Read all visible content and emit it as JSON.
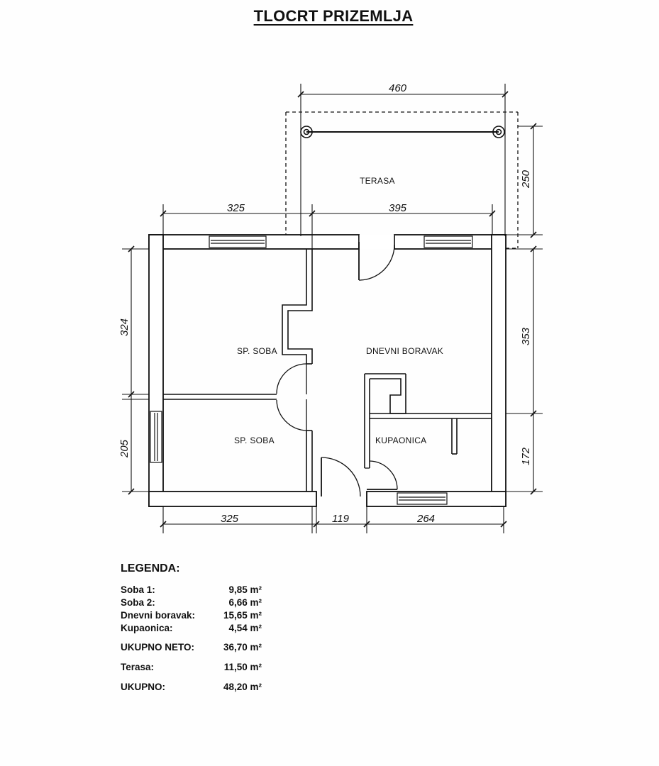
{
  "title": "TLOCRT PRIZEMLJA",
  "rooms": {
    "terasa": "TERASA",
    "spavaca_1": "SP. SOBA",
    "dnevni_boravak": "DNEVNI BORAVAK",
    "spavaca_2": "SP. SOBA",
    "kupaonica": "KUPAONICA"
  },
  "dimensions": {
    "terrace_width": "460",
    "terrace_depth": "250",
    "top_left": "325",
    "top_right": "395",
    "left_upper": "324",
    "left_lower": "205",
    "right_upper": "353",
    "right_lower": "172",
    "bottom_left": "325",
    "bottom_middle": "119",
    "bottom_right": "264"
  },
  "legend": {
    "title": "LEGENDA:",
    "rows": [
      {
        "label": "Soba 1:",
        "value": "9,85 m²"
      },
      {
        "label": "Soba 2:",
        "value": "6,66 m²"
      },
      {
        "label": "Dnevni boravak:",
        "value": "15,65 m²"
      },
      {
        "label": "Kupaonica:",
        "value": "4,54 m²"
      }
    ],
    "net": {
      "label": "UKUPNO NETO:",
      "value": "36,70 m²"
    },
    "terrace": {
      "label": "Terasa:",
      "value": "11,50 m²"
    },
    "total": {
      "label": "UKUPNO:",
      "value": "48,20 m²"
    }
  }
}
